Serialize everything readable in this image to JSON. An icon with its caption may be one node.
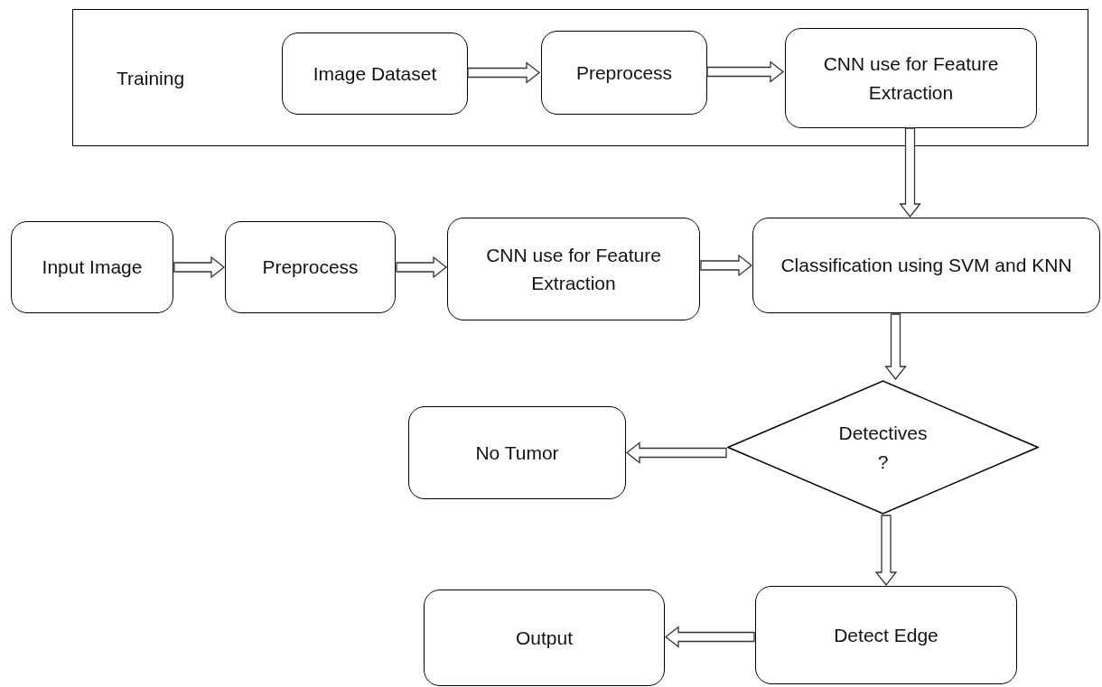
{
  "diagram": {
    "nodes": [
      {
        "text": [
          "Training"
        ]
      },
      {
        "text": [
          "Image Dataset"
        ],
        "in": 0
      },
      {
        "text": [
          "Preprocess"
        ],
        "in": 0
      },
      {
        "text": [
          "CNN use for Feature Extraction"
        ],
        "in": 0
      },
      {
        "text": [
          "Input Image"
        ]
      },
      {
        "text": [
          "Preprocess"
        ]
      },
      {
        "text": [
          "CNN use for Feature Extraction"
        ]
      },
      {
        "text": [
          "Classification using SVM and KNN"
        ]
      },
      {
        "text": [
          "Detectives ?"
        ]
      },
      {
        "text": [
          "No Tumor"
        ]
      },
      {
        "text": [
          "Detect Edge"
        ]
      },
      {
        "text": [
          "Output"
        ]
      }
    ],
    "edges": [
      {
        "from": 1,
        "to": 2,
        "arrow": "to"
      },
      {
        "from": 2,
        "to": 3,
        "arrow": "to"
      },
      {
        "from": 3,
        "to": 7,
        "arrow": "to"
      },
      {
        "from": 4,
        "to": 5,
        "arrow": "to"
      },
      {
        "from": 5,
        "to": 6,
        "arrow": "to"
      },
      {
        "from": 6,
        "to": 7,
        "arrow": "to"
      },
      {
        "from": 7,
        "to": 8,
        "arrow": "to"
      },
      {
        "from": 8,
        "to": 9,
        "arrow": "to"
      },
      {
        "from": 8,
        "to": 10,
        "arrow": "to"
      },
      {
        "from": 10,
        "to": 11,
        "arrow": "to"
      }
    ]
  }
}
